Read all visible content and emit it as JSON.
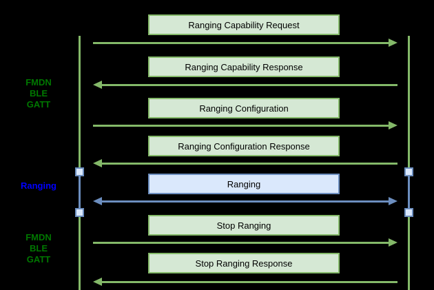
{
  "diagram": {
    "phases": [
      {
        "name": "fmdn-ble-gatt-top",
        "lines": [
          "FMDN",
          "BLE",
          "GATT"
        ]
      },
      {
        "name": "ranging",
        "lines": [
          "Ranging"
        ]
      },
      {
        "name": "fmdn-ble-gatt-bottom",
        "lines": [
          "FMDN",
          "BLE",
          "GATT"
        ]
      }
    ],
    "messages": [
      {
        "label": "Ranging Capability Request",
        "direction": "right",
        "theme": "green"
      },
      {
        "label": "Ranging Capability Response",
        "direction": "left",
        "theme": "green"
      },
      {
        "label": "Ranging Configuration",
        "direction": "right",
        "theme": "green"
      },
      {
        "label": "Ranging Configuration Response",
        "direction": "left",
        "theme": "green"
      },
      {
        "label": "Ranging",
        "direction": "both",
        "theme": "blue"
      },
      {
        "label": "Stop Ranging",
        "direction": "right",
        "theme": "green"
      },
      {
        "label": "Stop Ranging Response",
        "direction": "left",
        "theme": "green"
      }
    ],
    "colors": {
      "background": "#000000",
      "green_fill": "#d5e8d4",
      "green_stroke": "#84b969",
      "blue_fill": "#dae8fc",
      "blue_stroke": "#6c8ebf",
      "endpoint_fill": "#dae8fc",
      "phase_green": "#007700",
      "phase_blue": "#0000ff",
      "box_text": "#000000"
    }
  }
}
